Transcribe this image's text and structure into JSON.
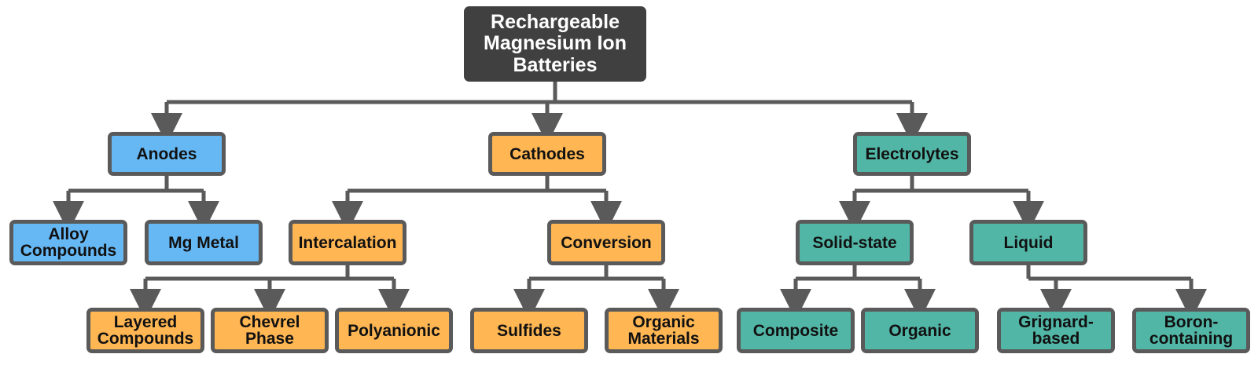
{
  "root": {
    "label": "Rechargeable\nMagnesium Ion\nBatteries"
  },
  "colors": {
    "anodes": "#66b8f5",
    "cathodes": "#ffb653",
    "electrolytes": "#52b6a6",
    "root": "#404040",
    "connector": "#5a5a5a"
  },
  "categories": [
    {
      "label": "Anodes",
      "children": [
        {
          "label": "Alloy\nCompounds",
          "children": []
        },
        {
          "label": "Mg Metal",
          "children": []
        }
      ]
    },
    {
      "label": "Cathodes",
      "children": [
        {
          "label": "Intercalation",
          "children": [
            {
              "label": "Layered\nCompounds"
            },
            {
              "label": "Chevrel\nPhase"
            },
            {
              "label": "Polyanionic"
            }
          ]
        },
        {
          "label": "Conversion",
          "children": [
            {
              "label": "Sulfides"
            },
            {
              "label": "Organic\nMaterials"
            }
          ]
        }
      ]
    },
    {
      "label": "Electrolytes",
      "children": [
        {
          "label": "Solid-state",
          "children": [
            {
              "label": "Composite"
            },
            {
              "label": "Organic"
            }
          ]
        },
        {
          "label": "Liquid",
          "children": [
            {
              "label": "Grignard-\nbased"
            },
            {
              "label": "Boron-\ncontaining"
            }
          ]
        }
      ]
    }
  ]
}
